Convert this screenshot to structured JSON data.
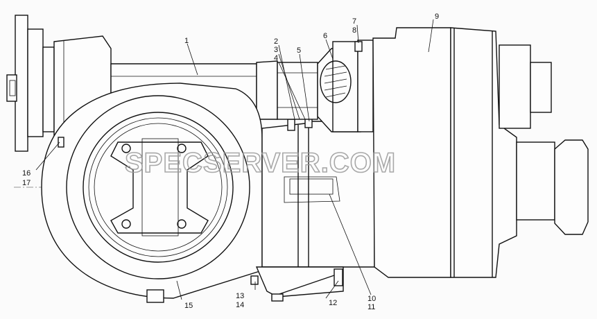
{
  "watermark": "SPECSERVER.COM",
  "callouts": [
    {
      "id": "c1",
      "text": "1"
    },
    {
      "id": "c2",
      "text": "2"
    },
    {
      "id": "c3",
      "text": "3"
    },
    {
      "id": "c4",
      "text": "4"
    },
    {
      "id": "c5",
      "text": "5"
    },
    {
      "id": "c6",
      "text": "6"
    },
    {
      "id": "c7",
      "text": "7"
    },
    {
      "id": "c8",
      "text": "8"
    },
    {
      "id": "c9",
      "text": "9"
    },
    {
      "id": "c10",
      "text": "10"
    },
    {
      "id": "c11",
      "text": "11"
    },
    {
      "id": "c12",
      "text": "12"
    },
    {
      "id": "c13",
      "text": "13"
    },
    {
      "id": "c14",
      "text": "14"
    },
    {
      "id": "c15",
      "text": "15"
    },
    {
      "id": "c16",
      "text": "16"
    },
    {
      "id": "c17",
      "text": "17"
    }
  ],
  "colors": {
    "line": "#111111",
    "watermark": "#9a9a9a",
    "background": "#fbfbfb"
  }
}
